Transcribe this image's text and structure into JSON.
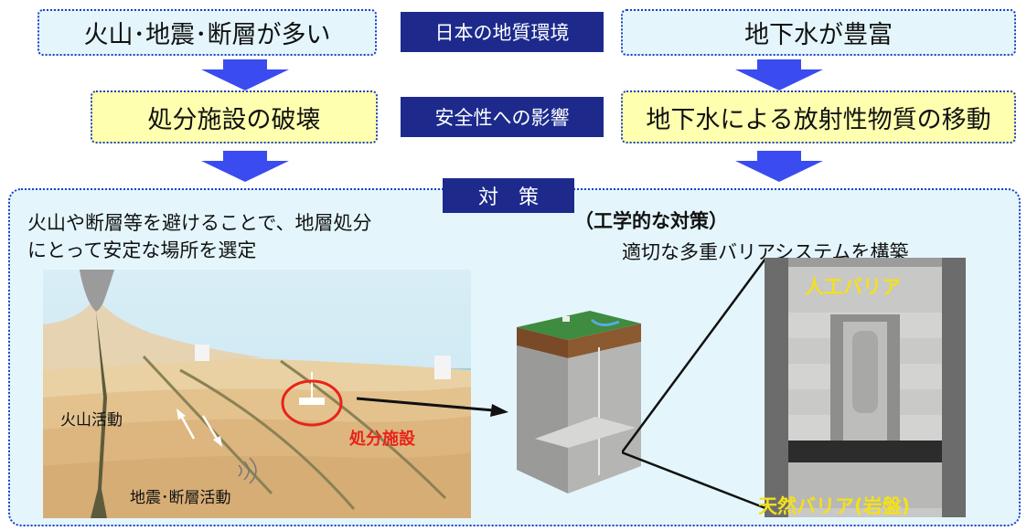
{
  "header": {
    "left_box": "火山･地震･断層が多い",
    "center_label": "日本の地質環境",
    "right_box": "地下水が豊富"
  },
  "second_row": {
    "left_box": "処分施設の破壊",
    "center_label": "安全性への影響",
    "right_box": "地下水による放射性物質の移動"
  },
  "countermeasure": {
    "tab_label": "対　策",
    "left_text_line1": "火山や断層等を避けることで、地層処分",
    "left_text_line2": "にとって安定な場所を選定",
    "right_heading": "（工学的な対策）",
    "right_text": "適切な多重バリアシステムを構築"
  },
  "illustration": {
    "volcano_label": "火山活動",
    "fault_label": "地震･断層活動",
    "facility_label": "処分施設",
    "engineered_barrier_label": "人工バリア",
    "natural_barrier_label": "天然バリア(岩盤)"
  },
  "colors": {
    "navy": "#1d2a8c",
    "arrow_blue": "#3a4cf0",
    "dotted_border": "#1c3fc8",
    "facility_red": "#e8231a",
    "barrier_yellow": "#f3e11b"
  }
}
